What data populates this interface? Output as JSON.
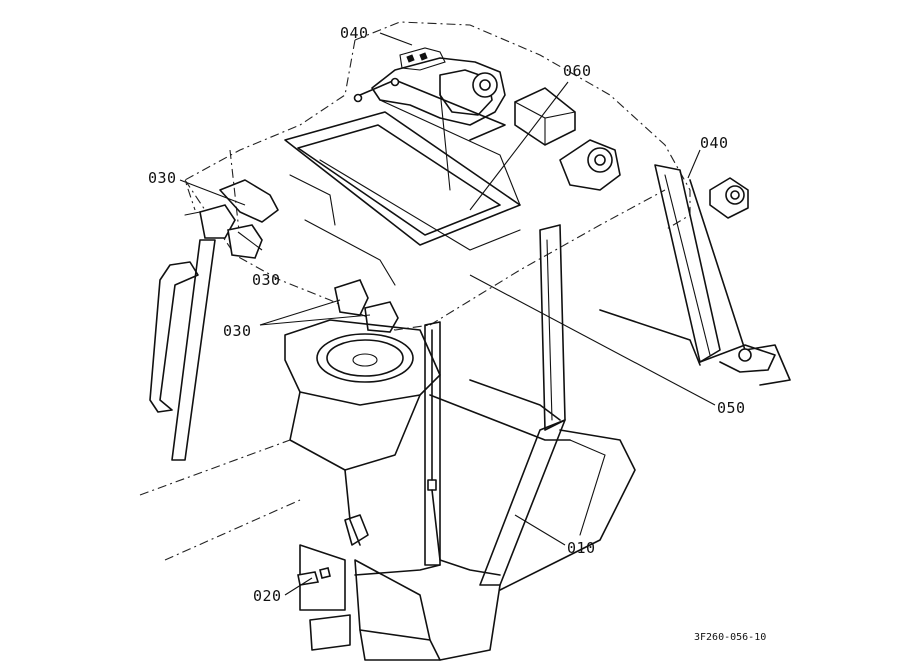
{
  "callouts": {
    "c040_top": "040",
    "c060": "060",
    "c040_right": "040",
    "c030_a": "030",
    "c030_b": "030",
    "c030_c": "030",
    "c050": "050",
    "c010": "010",
    "c020": "020"
  },
  "reference_code": "3F260-056-10"
}
